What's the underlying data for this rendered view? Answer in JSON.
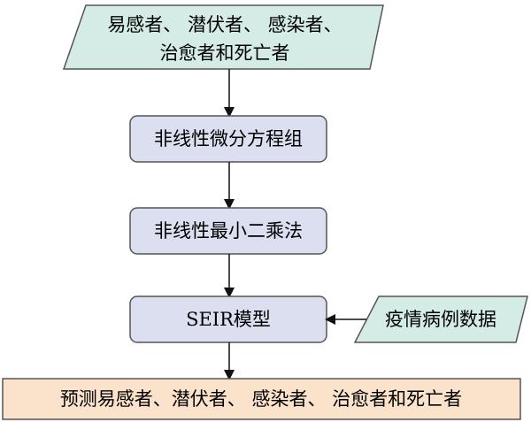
{
  "nodes": {
    "input_states": {
      "line1": "易感者、 潜伏者、 感染者、",
      "line2": "治愈者和死亡者"
    },
    "ode_system": {
      "label": "非线性微分方程组"
    },
    "least_squares": {
      "label": "非线性最小二乘法"
    },
    "seir_model": {
      "label": "SEIR模型"
    },
    "case_data": {
      "label": "疫情病例数据"
    },
    "prediction": {
      "label": "预测易感者、潜伏者、 感染者、 治愈者和死亡者"
    }
  },
  "colors": {
    "data_fill": "#d5ebe5",
    "process_fill": "#dcdff0",
    "output_fill": "#fae2cb",
    "stroke": "#555555",
    "arrow": "#111111"
  }
}
